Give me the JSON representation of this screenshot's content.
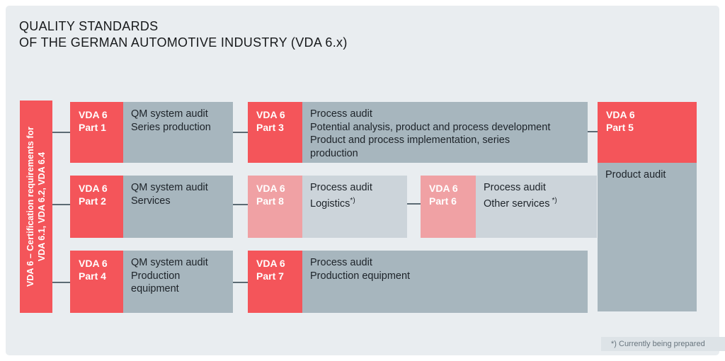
{
  "title": {
    "line1": "QUALITY STANDARDS",
    "line2": "OF THE GERMAN AUTOMOTIVE INDUSTRY (VDA 6.x)"
  },
  "left_bar": {
    "line1": "VDA 6 – Certification requirements for",
    "line2": "VDA 6.1, VDA 6.2, VDA 6.4"
  },
  "boxes": {
    "part1": {
      "line1": "VDA 6",
      "line2": "Part 1"
    },
    "qm1": {
      "line1": "QM system audit",
      "line2": "Series production"
    },
    "part3": {
      "line1": "VDA 6",
      "line2": "Part 3"
    },
    "proc3": {
      "line1": "Process audit",
      "line2": "Potential analysis, product and process development",
      "line3": "Product and process implementation, series",
      "line4": "production"
    },
    "part5": {
      "line1": "VDA 6",
      "line2": "Part 5"
    },
    "product_audit": {
      "line1": "Product audit"
    },
    "part2": {
      "line1": "VDA 6",
      "line2": "Part 2"
    },
    "qm2": {
      "line1": "QM system audit",
      "line2": "Services"
    },
    "part8": {
      "line1": "VDA 6",
      "line2": "Part 8"
    },
    "proc8": {
      "line1": "Process audit",
      "line2": "Logistics",
      "sup": "*)"
    },
    "part6": {
      "line1": "VDA 6",
      "line2": "Part 6"
    },
    "proc6": {
      "line1": "Process audit",
      "line2": "Other services",
      "sup": "*)"
    },
    "part4": {
      "line1": "VDA 6",
      "line2": "Part 4"
    },
    "qm4": {
      "line1": "QM system audit",
      "line2": "Production",
      "line3": "equipment"
    },
    "part7": {
      "line1": "VDA 6",
      "line2": "Part 7"
    },
    "proc7": {
      "line1": "Process audit",
      "line2": "Production equipment"
    }
  },
  "footnote": "*) Currently being prepared",
  "colors": {
    "red": "#f4555a",
    "pink": "#f0a1a4",
    "gray_box": "#a7b6be",
    "light_gray_box": "#ccd4da",
    "panel_background": "#e9edf0",
    "connector": "#5c6b74",
    "footnote_background": "#dde3e7",
    "footnote_text": "#68757e",
    "box_text_dark": "#1d2329",
    "box_text_light": "#ffffff"
  }
}
